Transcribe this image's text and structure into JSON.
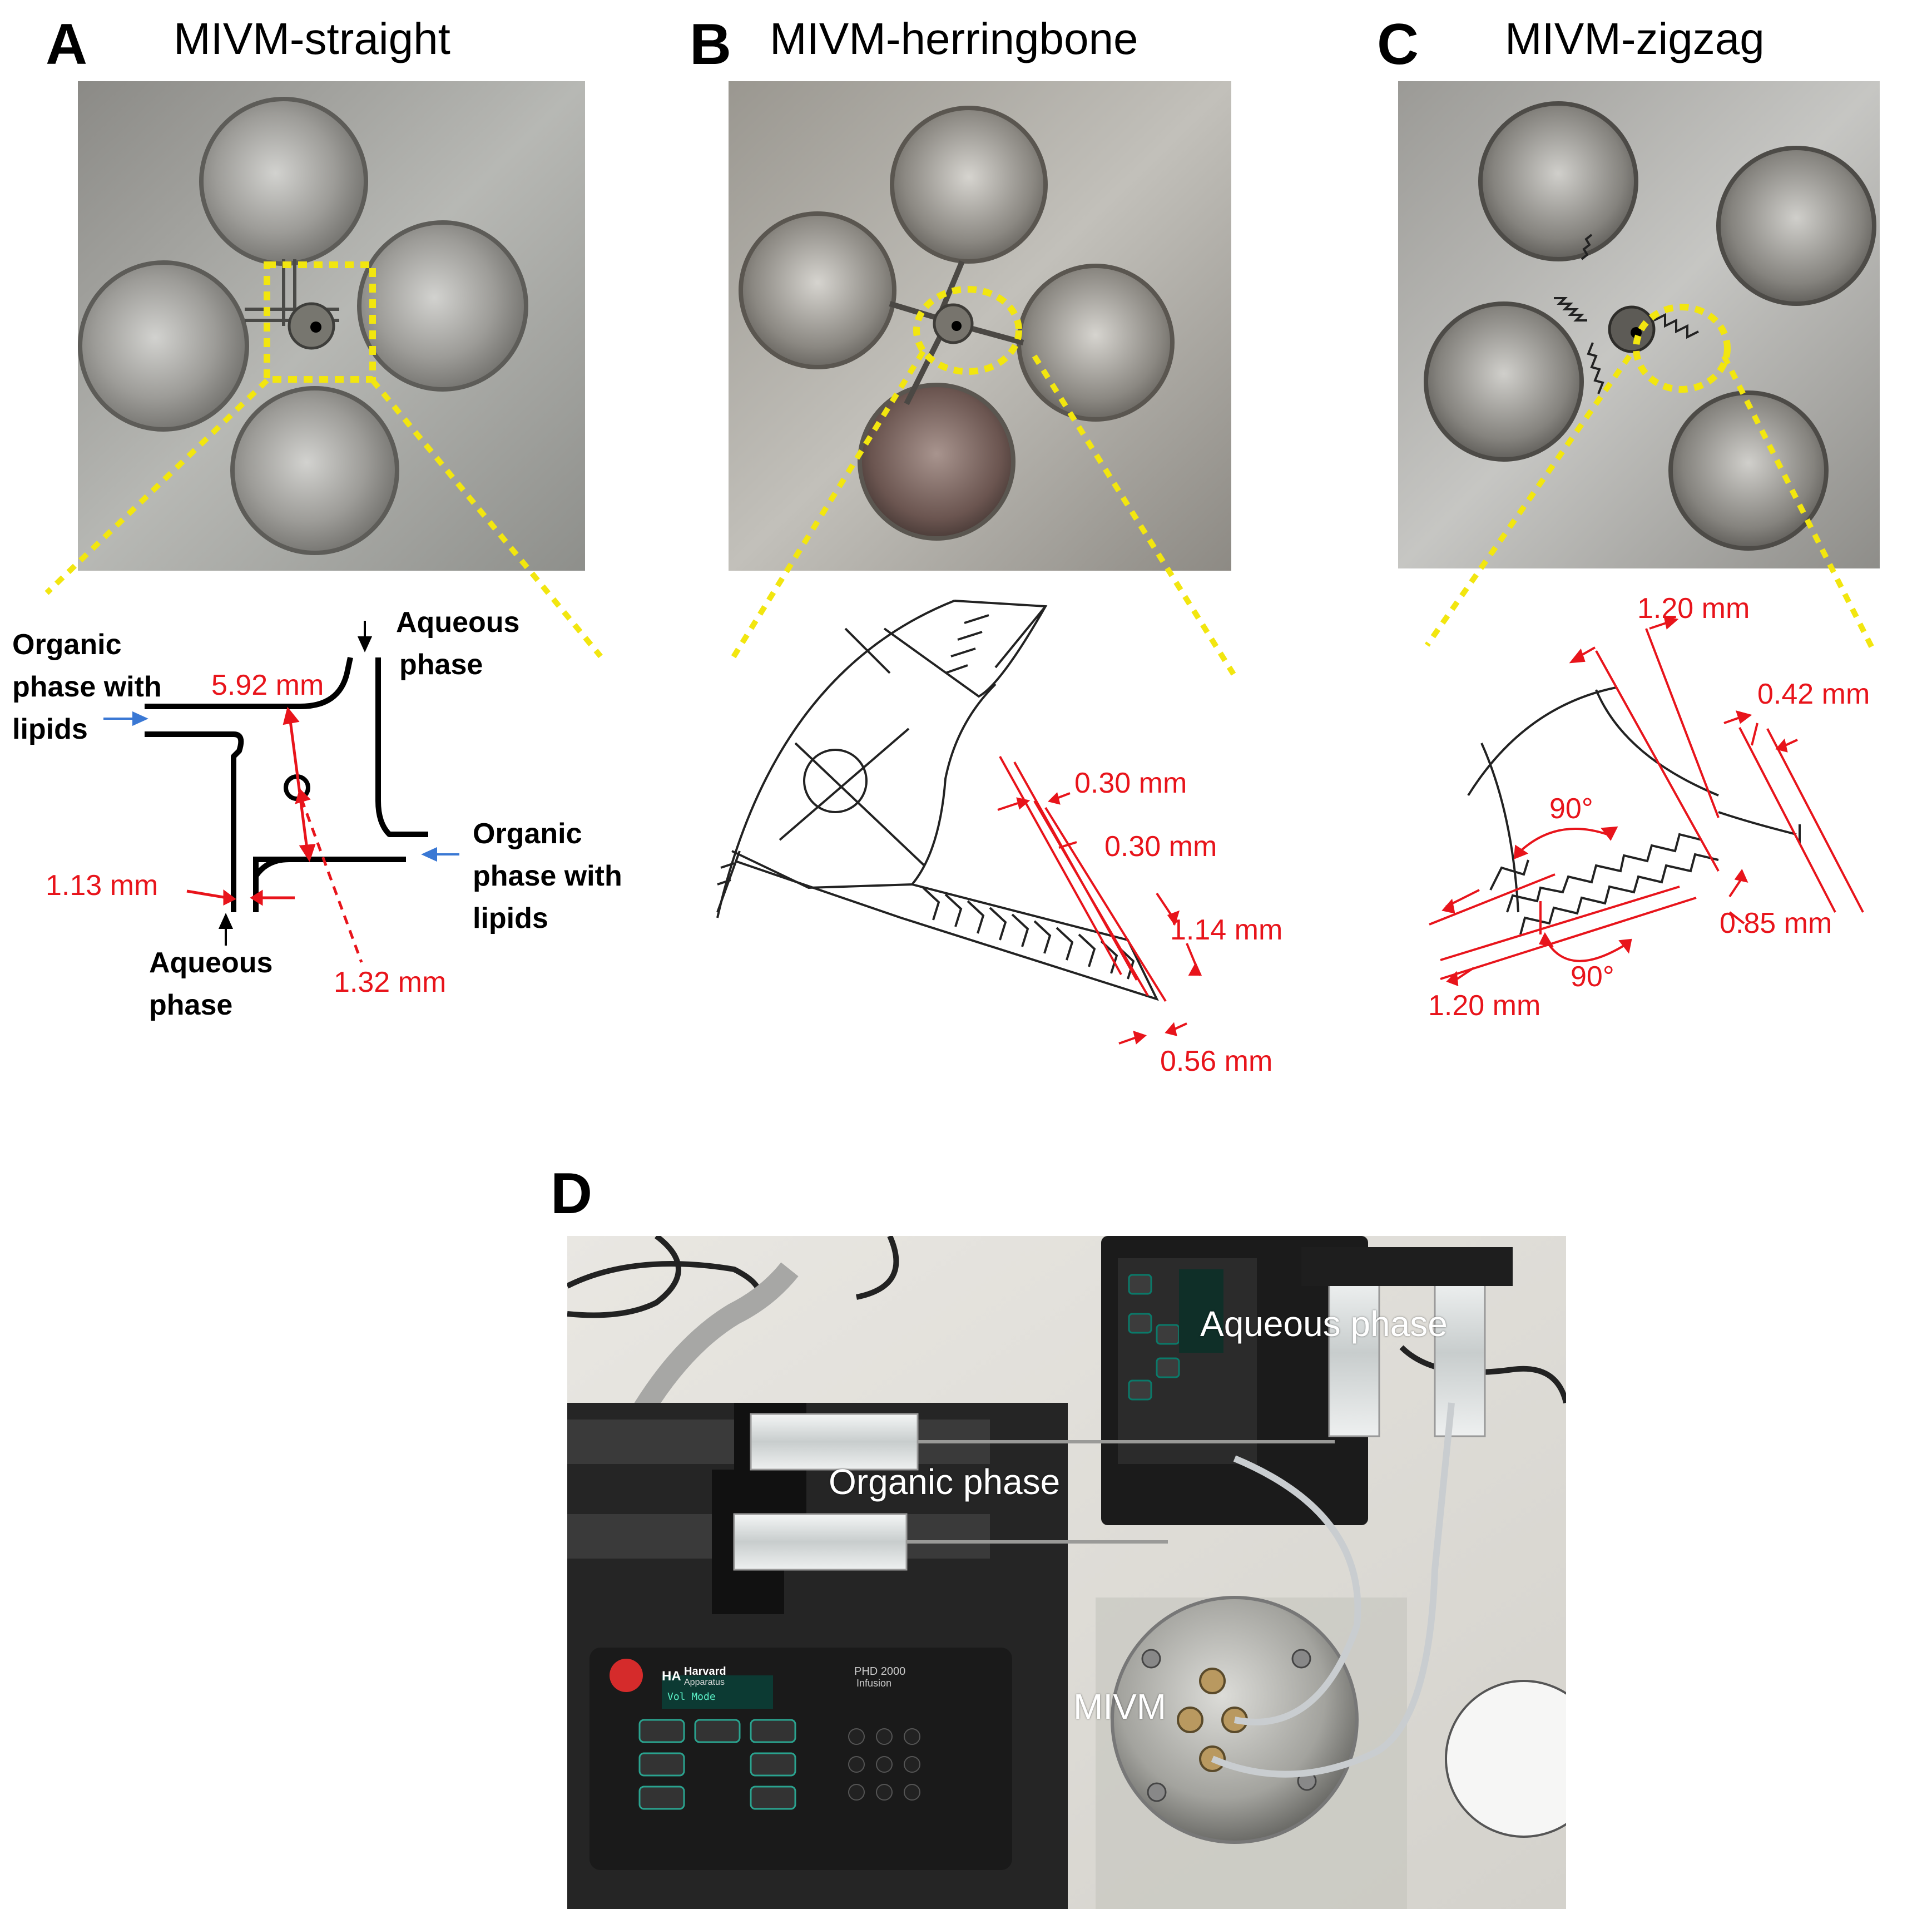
{
  "colors": {
    "callout": "#f2e60f",
    "dimension": "#e8141b",
    "flow_arrow": "#3a78d4",
    "plate": "#a9aaa6"
  },
  "panels": [
    {
      "letter": "A",
      "title": "MIVM-straight"
    },
    {
      "letter": "B",
      "title": "MIVM-herringbone"
    },
    {
      "letter": "C",
      "title": "MIVM-zigzag"
    },
    {
      "letter": "D"
    }
  ],
  "panel_a": {
    "organic_left": [
      "Organic",
      "phase with",
      "lipids"
    ],
    "aqueous_top": [
      "Aqueous",
      "phase"
    ],
    "organic_right": [
      "Organic",
      "phase with",
      "lipids"
    ],
    "aqueous_bottom": [
      "Aqueous",
      "phase"
    ],
    "dims": {
      "height": "5.92 mm",
      "width": "1.13 mm",
      "hole": "1.32 mm"
    }
  },
  "panel_b": {
    "dims": {
      "d1": "0.30 mm",
      "d2": "0.30 mm",
      "d3": "1.14 mm",
      "d4": "0.56 mm"
    }
  },
  "panel_c": {
    "dims": {
      "top": "1.20 mm",
      "right_top": "0.42 mm",
      "right": "0.85 mm",
      "bottom_left": "1.20 mm"
    },
    "angles": {
      "upper": "90°",
      "lower": "90°"
    }
  },
  "panel_d": {
    "aqueous": "Aqueous phase",
    "organic": "Organic phase",
    "mivm": "MIVM",
    "pump_brand": "Harvard",
    "pump_sub": "Apparatus",
    "pump_model": "PHD 2000",
    "pump_mode": "Infusion",
    "pump_logo": "HA",
    "display_text": "Vol Mode"
  }
}
